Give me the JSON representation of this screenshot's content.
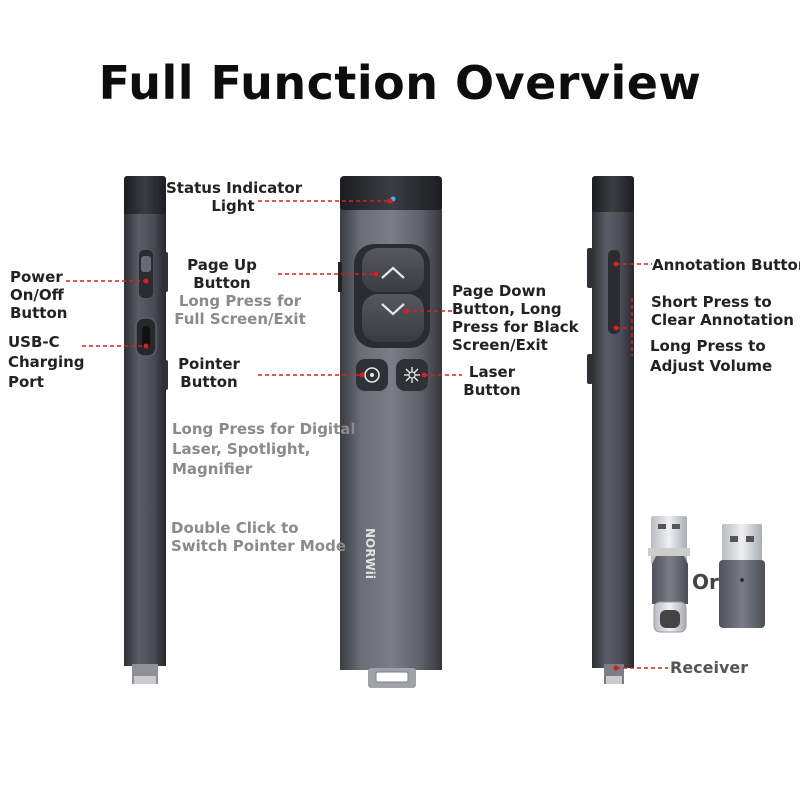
{
  "title": "Full Function Overview",
  "labels": {
    "status_indicator": [
      "Status Indicator",
      "Light"
    ],
    "power": [
      "Power",
      "On/Off",
      "Button"
    ],
    "usbc": [
      "USB-C",
      "Charging",
      "Port"
    ],
    "page_up": [
      "Page Up",
      "Button"
    ],
    "page_up_long": [
      "Long Press for",
      "Full Screen/Exit"
    ],
    "page_down": [
      "Page Down",
      "Button, Long",
      "Press for Black",
      "Screen/Exit"
    ],
    "pointer": [
      "Pointer",
      "Button"
    ],
    "laser": [
      "Laser",
      "Button"
    ],
    "pointer_long": [
      "Long Press for Digital",
      "Laser, Spotlight,",
      "Magnifier"
    ],
    "pointer_double": [
      "Double Click to",
      "Switch Pointer Mode"
    ],
    "annotation": "Annotation Button",
    "short_press": [
      "Short Press to",
      "Clear Annotation"
    ],
    "long_press_volume": [
      "Long Press to",
      "Adjust Volume"
    ],
    "or": "Or",
    "receiver": "Receiver"
  },
  "brand_text": "NORWii",
  "colors": {
    "callout": "#d62020",
    "body": "#4a4d55",
    "body_dark": "#2a2c30"
  }
}
